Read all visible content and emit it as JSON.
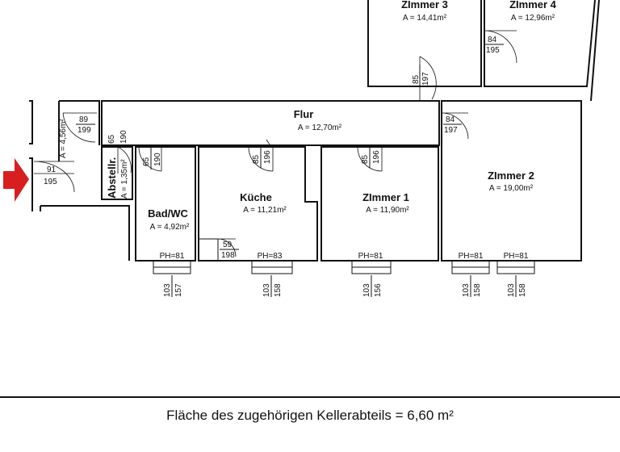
{
  "rooms": {
    "zimmer3": {
      "name": "ZImmer 3",
      "area": "A = 14,41m²"
    },
    "zimmer4": {
      "name": "ZImmer 4",
      "area": "A = 12,96m²"
    },
    "flur": {
      "name": "Flur",
      "area": "A = 12,70m²"
    },
    "zimmer2": {
      "name": "ZImmer 2",
      "area": "A = 19,00m²"
    },
    "kueche": {
      "name": "Küche",
      "area": "A = 11,21m²"
    },
    "zimmer1": {
      "name": "ZImmer 1",
      "area": "A = 11,90m²"
    },
    "badwc": {
      "name": "Bad/WC",
      "area": "A = 4,92m²"
    },
    "abstellr": {
      "name": "Abstellr.",
      "area": "A = 1,35m²"
    },
    "vorraum": {
      "area": "A = 4,56m²"
    }
  },
  "doors": {
    "z4": {
      "w": "84",
      "h": "195"
    },
    "z3": {
      "w": "85",
      "h": "197"
    },
    "flur_left": {
      "w": "89",
      "h": "199"
    },
    "flur_right": {
      "w": "84",
      "h": "197"
    },
    "entrance": {
      "w": "91",
      "h": "195"
    },
    "abst": {
      "w": "65",
      "h": "190"
    },
    "bad": {
      "w": "65",
      "h": "190"
    },
    "kueche": {
      "w": "85",
      "h": "196"
    },
    "z1": {
      "w": "85",
      "h": "196"
    },
    "wc": {
      "w": "59",
      "h": "198"
    }
  },
  "windows": {
    "bad": {
      "ph": "PH=81",
      "w": "103",
      "h": "157"
    },
    "kueche": {
      "ph": "PH=83",
      "w": "103",
      "h": "158"
    },
    "z1": {
      "ph": "PH=81",
      "w": "103",
      "h": "156"
    },
    "z2a": {
      "ph": "PH=81",
      "w": "103",
      "h": "158"
    },
    "z2b": {
      "ph": "PH=81",
      "w": "103",
      "h": "158"
    }
  },
  "entrance_arrow_color": "#d81f1f",
  "footer": "Fläche des zugehörigen Kellerabteils = 6,60 m²"
}
